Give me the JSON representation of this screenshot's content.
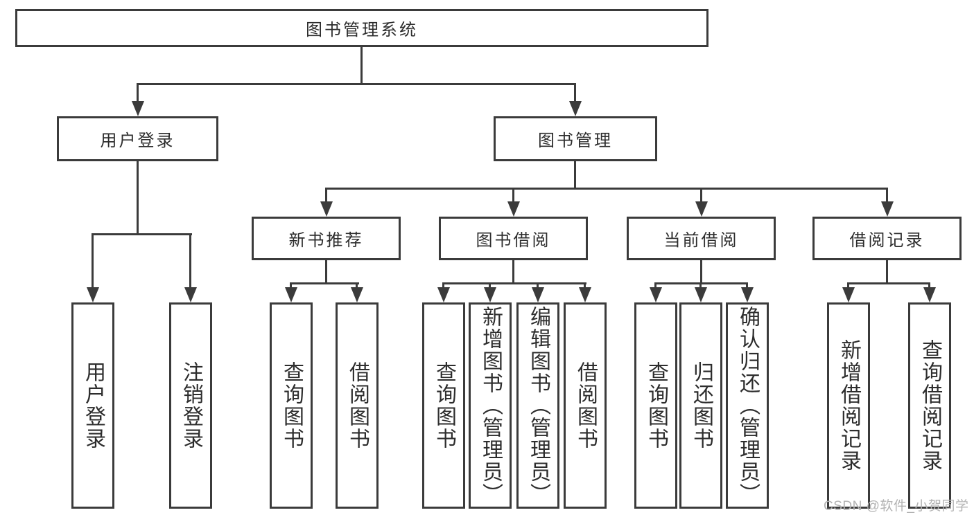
{
  "root": {
    "label": "图书管理系统"
  },
  "level2": [
    {
      "label": "用户登录"
    },
    {
      "label": "图书管理"
    }
  ],
  "level3": [
    {
      "label": "新书推荐"
    },
    {
      "label": "图书借阅"
    },
    {
      "label": "当前借阅"
    },
    {
      "label": "借阅记录"
    }
  ],
  "leaves": {
    "user_login": [
      {
        "label": "用户登录"
      },
      {
        "label": "注销登录"
      }
    ],
    "new_book_recommend": [
      {
        "label": "查询图书"
      },
      {
        "label": "借阅图书"
      }
    ],
    "book_borrow": [
      {
        "label": "查询图书"
      },
      {
        "label": "新增图书（管理员）"
      },
      {
        "label": "编辑图书（管理员）"
      },
      {
        "label": "借阅图书"
      }
    ],
    "current_borrow": [
      {
        "label": "查询图书"
      },
      {
        "label": "归还图书"
      },
      {
        "label": "确认归还（管理员）"
      }
    ],
    "borrow_records": [
      {
        "label": "新增借阅记录"
      },
      {
        "label": "查询借阅记录"
      }
    ]
  },
  "watermark": {
    "text": "CSDN @软件_小贺同学"
  },
  "colors": {
    "line": "#3b3b3b",
    "text": "#2d2d2d",
    "background": "#ffffff",
    "watermark": "#b3b3b3"
  }
}
